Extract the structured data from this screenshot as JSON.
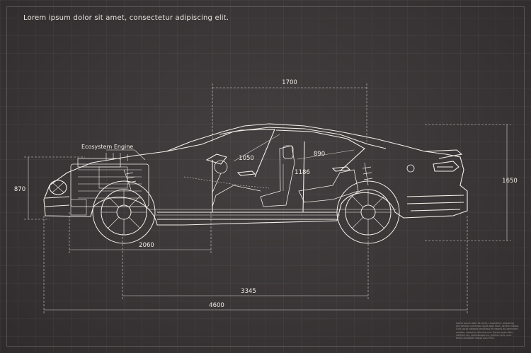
{
  "header": {
    "title": "Lorem ipsum dolor sit amet, consectetur adipiscing elit."
  },
  "labels": {
    "component": "Ecosystem Engine"
  },
  "dimensions": {
    "top_span": "1700",
    "roof_rear": "890",
    "seat_front": "1050",
    "seat_height": "1186",
    "front_height": "870",
    "rear_height": "1650",
    "front_overhang": "2060",
    "wheelbase": "3345",
    "overall_length": "4600"
  },
  "notes": [
    "Lorem ipsum dolor sit amet, consectetur adipiscing",
    "elit. Aenean commodo ligula eget dolor. Aenean massa.",
    "Cum sociis natoque penatibus et magnis dis parturient",
    "montes, nascetur ridiculus mus. Donec quam felis,",
    "ultricies nec, pellentesque eu, pretium quis, sem.",
    "Nulla consequat massa quis enim."
  ],
  "colors": {
    "background": "#3a3536",
    "line": "#f2efe9"
  }
}
